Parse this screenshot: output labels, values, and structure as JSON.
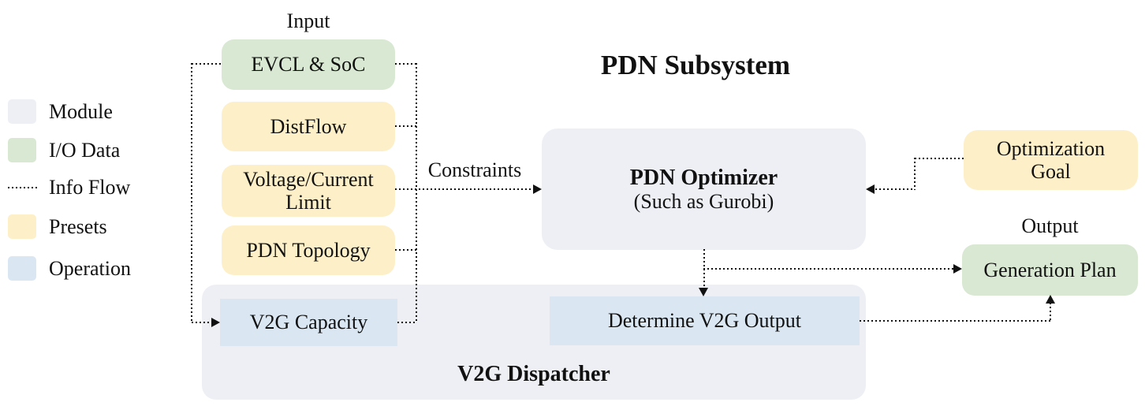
{
  "diagram": {
    "title": "PDN Subsystem",
    "legend": {
      "items": [
        {
          "label": "Module",
          "type": "module-swatch"
        },
        {
          "label": "I/O Data",
          "type": "io-data-swatch"
        },
        {
          "label": "Info Flow",
          "type": "info-flow-dotted-line"
        },
        {
          "label": "Presets",
          "type": "presets-swatch"
        },
        {
          "label": "Operation",
          "type": "operation-swatch"
        }
      ]
    },
    "input": {
      "heading": "Input",
      "boxes": {
        "evcl": "EVCL & SoC",
        "distflow": "DistFlow",
        "vclimit": "Voltage/Current\nLimit",
        "topology": "PDN Topology"
      }
    },
    "flows": {
      "constraints_label": "Constraints"
    },
    "optimizer": {
      "title": "PDN Optimizer",
      "subtitle": "(Such as Gurobi)"
    },
    "presets": {
      "optimization_goal": "Optimization\nGoal"
    },
    "output": {
      "heading": "Output",
      "generation_plan": "Generation Plan"
    },
    "dispatcher": {
      "title": "V2G Dispatcher",
      "v2g_capacity": "V2G Capacity",
      "determine_output": "Determine V2G Output"
    },
    "colors": {
      "module": "#edeff4",
      "io_data": "#d9e8d2",
      "presets": "#fdefc8",
      "operation": "#dae7f3",
      "line": "#111111"
    }
  }
}
